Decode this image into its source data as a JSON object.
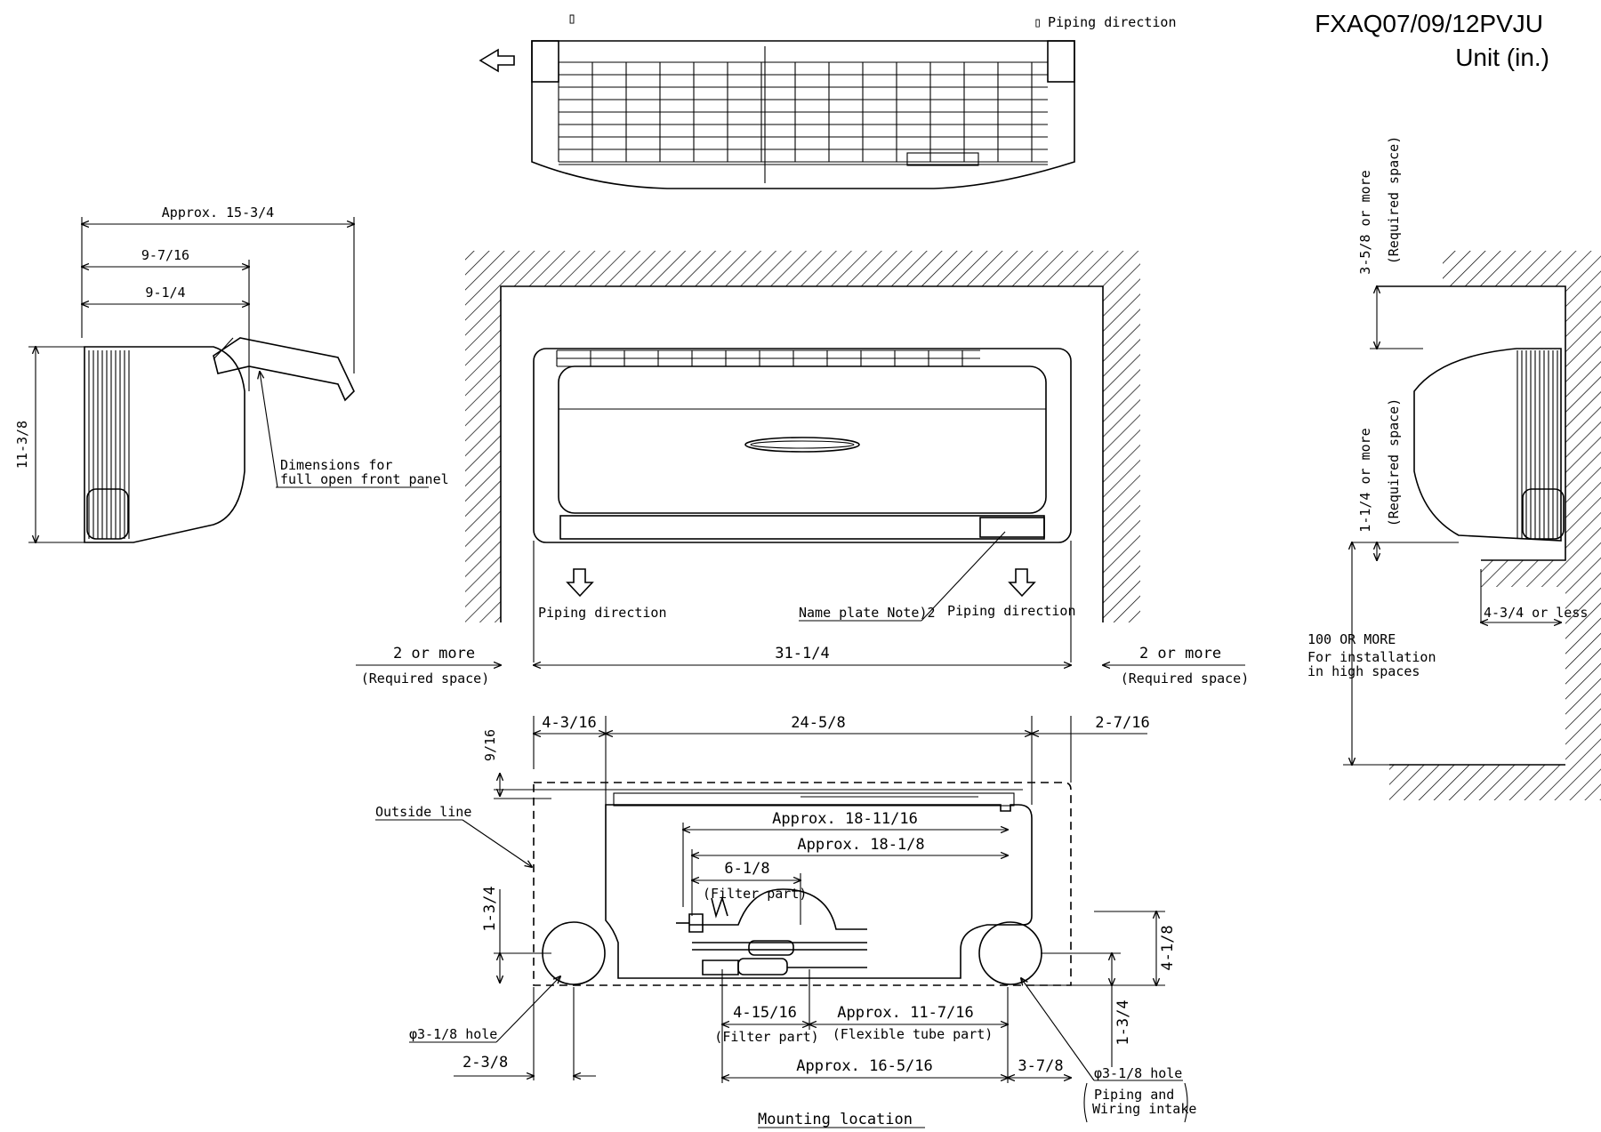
{
  "header": {
    "model": "FXAQ07/09/12PVJU",
    "unit": "Unit (in.)"
  },
  "top_view": {
    "glyph_left": "▯",
    "glyph_right": "▯",
    "piping_direction": "Piping direction"
  },
  "side_view": {
    "approx_depth": "Approx. 15-3/4",
    "depth_1": "9-7/16",
    "depth_2": "9-1/4",
    "height": "11-3/8",
    "front_panel_note_1": "Dimensions for",
    "front_panel_note_2": "full open front panel"
  },
  "front_view": {
    "piping_direction_left": "Piping direction",
    "piping_direction_right": "Piping direction",
    "name_plate": "Name plate Note)2",
    "clearance_left": "2 or more",
    "clearance_left_sub": "(Required space)",
    "width": "31-1/4",
    "clearance_right": "2 or more",
    "clearance_right_sub": "(Required space)"
  },
  "right_view": {
    "top_clearance": "3-5/8 or more",
    "top_clearance_sub": "(Required space)",
    "bottom_clearance": "1-1/4 or more",
    "bottom_clearance_sub": "(Required space)",
    "wall_overhang": "4-3/4 or less",
    "high_space_1": "100 OR MORE",
    "high_space_2": "For installation",
    "high_space_3": "in high spaces"
  },
  "mounting": {
    "title": "Mounting location",
    "dim_left": "4-3/16",
    "dim_center": "24-5/8",
    "dim_right": "2-7/16",
    "dim_top_offset": "9/16",
    "outside_line": "Outside line",
    "approx_a": "Approx. 18-11/16",
    "approx_b": "Approx. 18-1/8",
    "filter_len": "6-1/8",
    "filter_part": "(Filter part)",
    "hole_offset_left": "1-3/4",
    "hole_left_label": "φ3-1/8 hole",
    "hole_left_edge": "2-3/8",
    "filter_len_2": "4-15/16",
    "filter_part_2": "(Filter part)",
    "flex_len": "Approx. 11-7/16",
    "flex_part": "(Flexible tube part)",
    "approx_c": "Approx. 16-5/16",
    "dim_right_edge": "3-7/8",
    "right_height": "4-1/8",
    "right_offset": "1-3/4",
    "hole_right_label": "φ3-1/8 hole",
    "hole_right_note_1": "Piping and",
    "hole_right_note_2": "Wiring intake"
  }
}
